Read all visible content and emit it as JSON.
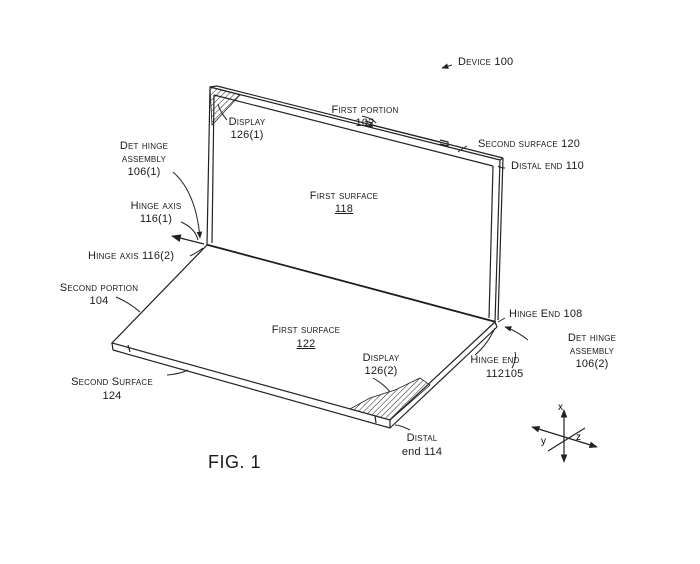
{
  "labels": {
    "device": "Device 100",
    "first_portion": "First portion",
    "first_portion_num": "102",
    "display_top": "Display",
    "display_top_num": "126(1)",
    "second_surface_top": "Second surface 120",
    "distal_end_top": "Distal end 110",
    "det_hinge_top_1": "Det hinge",
    "det_hinge_top_2": "assembly",
    "det_hinge_top_num": "106(1)",
    "first_surface_top": "First surface",
    "first_surface_top_num": "118",
    "hinge_axis_1": "Hinge axis",
    "hinge_axis_1_num": "116(1)",
    "hinge_axis_2": "Hinge axis 116(2)",
    "second_portion": "Second portion",
    "second_portion_num": "104",
    "hinge_end_108": "Hinge End 108",
    "det_hinge_bottom_1": "Det hinge",
    "det_hinge_bottom_2": "assembly",
    "det_hinge_bottom_num": "106(2)",
    "first_surface_bottom": "First surface",
    "first_surface_bottom_num": "122",
    "display_bottom": "Display",
    "display_bottom_num": "126(2)",
    "hinge_end_112": "Hinge end",
    "hinge_end_112_num": "112",
    "ref_105": "105",
    "second_surface_bottom": "Second Surface",
    "second_surface_bottom_num": "124",
    "distal_end_bottom_1": "Distal",
    "distal_end_bottom_2": "end 114",
    "figure": "FIG. 1"
  },
  "axes": {
    "x": "x",
    "y": "y",
    "z": "z"
  }
}
